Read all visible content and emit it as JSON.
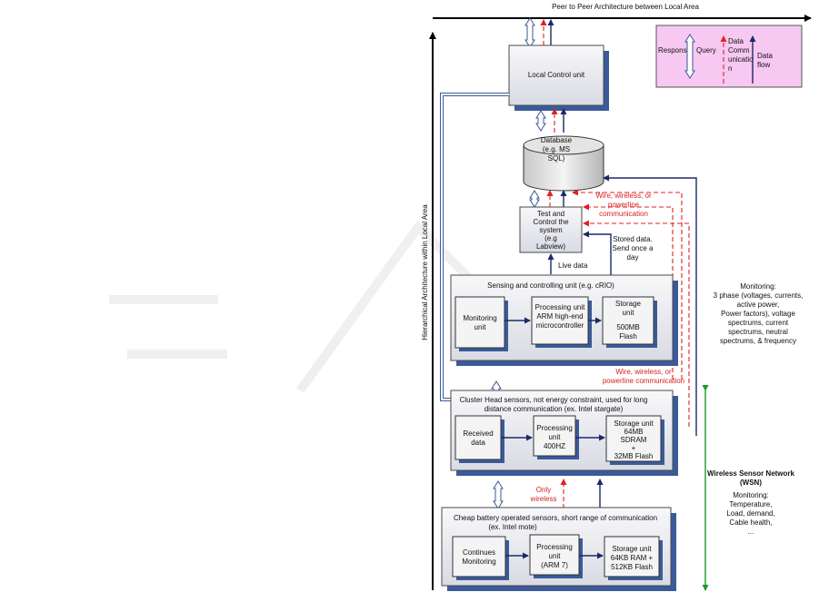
{
  "top_label": "Peer to Peer Architecture between Local Area",
  "side_label": "Hierarchical Architecture within Local Area",
  "legend": {
    "response": "Response",
    "query": "Query",
    "data_comm": [
      "Data",
      "Comm",
      "unicatio",
      "n"
    ],
    "data_flow": [
      "Data",
      "flow"
    ]
  },
  "local_control": "Local Control unit",
  "database": [
    "Database",
    "(e.g. MS",
    "SQL)"
  ],
  "wire_label_1": [
    "Wire, wireless, or",
    "powerline",
    "communication"
  ],
  "test_control": [
    "Test and",
    "Control the",
    "system",
    "(e.g",
    "Labview)"
  ],
  "stored_data": [
    "Stored data.",
    "Send once a",
    "day"
  ],
  "live_data": "Live data",
  "sensing": {
    "title": "Sensing and controlling unit (e.g. cRIO)",
    "monitoring": [
      "Monitoring",
      "unit"
    ],
    "processing": [
      "Processing unit",
      "ARM high-end",
      "microcontroller"
    ],
    "storage": [
      "Storage",
      "unit",
      "500MB",
      "Flash"
    ]
  },
  "monitoring_note": [
    "Monitoring:",
    "3 phase (voltages, currents,",
    "active power,",
    "Power factors), voltage",
    "spectrums, current",
    "spectrums, neutral",
    "spectrums, & frequency"
  ],
  "wire_label_2": [
    "Wire, wireless, or",
    "powerline communication"
  ],
  "cluster": {
    "title": [
      "Cluster Head sensors, not energy constraint, used for long",
      "distance communication (ex. Intel stargate)"
    ],
    "received": [
      "Received",
      "data"
    ],
    "processing": [
      "Processing",
      "unit",
      "400HZ"
    ],
    "storage": [
      "Storage unit",
      "64MB",
      "SDRAM",
      "+",
      "32MB Flash"
    ]
  },
  "only_wireless": [
    "Only",
    "wireless"
  ],
  "cheap": {
    "title": [
      "Cheap battery operated sensors, short range of communication",
      "(ex. Intel mote)"
    ],
    "monitoring": [
      "Continues",
      "Monitoring"
    ],
    "processing": [
      "Processing",
      "unit",
      "(ARM 7)"
    ],
    "storage": [
      "Storage unit",
      "64KB RAM +",
      "512KB Flash"
    ]
  },
  "wsn": {
    "title": [
      "Wireless Sensor Network",
      "(WSN)"
    ],
    "items": [
      "Monitoring:",
      "Temperature,",
      "Load, demand,",
      "Cable health,",
      "..."
    ]
  },
  "colors": {
    "legend_bg": "#f7c8f2",
    "wsn_green": "#1a9a2a",
    "red": "#d42020",
    "navy": "#1a2a6a"
  }
}
